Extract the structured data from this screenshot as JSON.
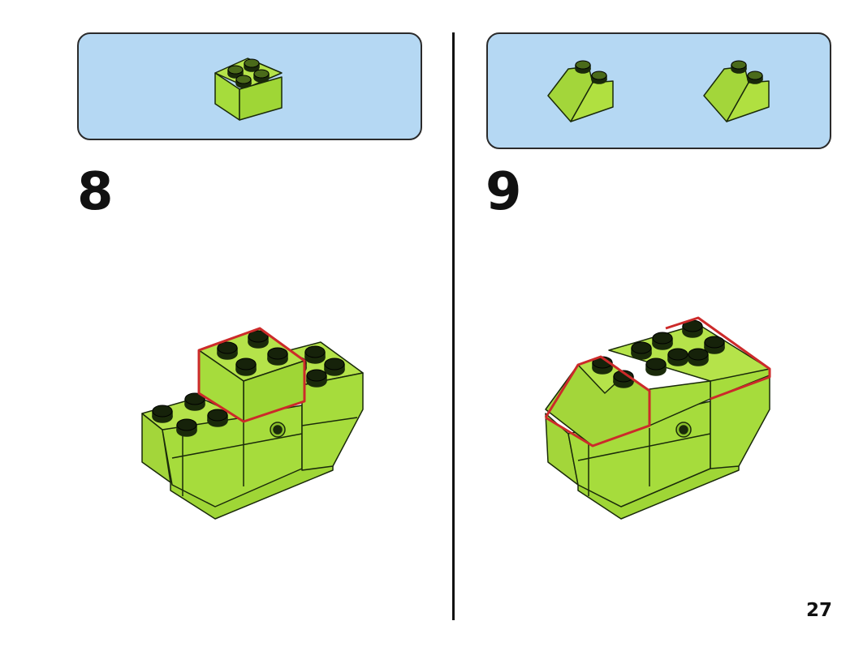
{
  "steps": [
    {
      "number": "8",
      "parts": [
        {
          "type": "brick-2x2",
          "quantity": 1
        }
      ]
    },
    {
      "number": "9",
      "parts": [
        {
          "type": "slope-2x2",
          "quantity": 2
        }
      ]
    }
  ],
  "page_number": "27",
  "colors": {
    "brick": "#a6dc3c",
    "brick_dark": "#8cc22c",
    "part_box": "#b5d8f3",
    "highlight": "#cc2a2a"
  }
}
